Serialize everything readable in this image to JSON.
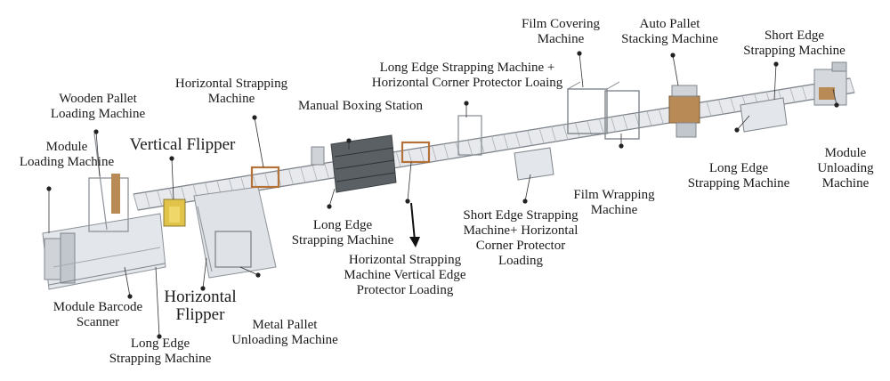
{
  "labels": {
    "module_loading_machine": "Module\nLoading Machine",
    "wooden_pallet_loading_machine": "Wooden Pallet\nLoading Machine",
    "vertical_flipper": "Vertical Flipper",
    "horizontal_strapping_machine_top": "Horizontal Strapping\nMachine",
    "manual_boxing_station": "Manual Boxing Station",
    "long_edge_strapping_corner_loading": "Long Edge Strapping Machine +\nHorizontal Corner Protector Loaing",
    "film_covering_machine": "Film Covering\nMachine",
    "auto_pallet_stacking_machine": "Auto Pallet\nStacking Machine",
    "short_edge_strapping_machine_top": "Short Edge\nStrapping Machine",
    "module_unloading_machine": "Module\nUnloading\nMachine",
    "long_edge_strapping_machine_right": "Long Edge\nStrapping Machine",
    "film_wrapping_machine": "Film Wrapping\nMachine",
    "short_edge_corner_loading": "Short Edge Strapping\nMachine+ Horizontal\nCorner Protector\nLoading",
    "long_edge_strapping_machine_mid": "Long Edge\nStrapping Machine",
    "horizontal_strapping_vertical_edge": "Horizontal Strapping\nMachine Vertical Edge\nProtector Loading",
    "module_barcode_scanner": "Module Barcode\nScanner",
    "horizontal_flipper": "Horizontal\nFlipper",
    "metal_pallet_unloading_machine": "Metal Pallet\nUnloading Machine",
    "long_edge_strapping_machine_bottom": "Long Edge\nStrapping Machine"
  },
  "colors": {
    "frame": "#c9cdd2",
    "frame_dark": "#8b9096",
    "orange_gantry": "#b5713a",
    "yellow_module": "#e2c34a",
    "wood_pallet": "#b88a55",
    "dark_module": "#4a4f52",
    "leader": "#333333"
  }
}
